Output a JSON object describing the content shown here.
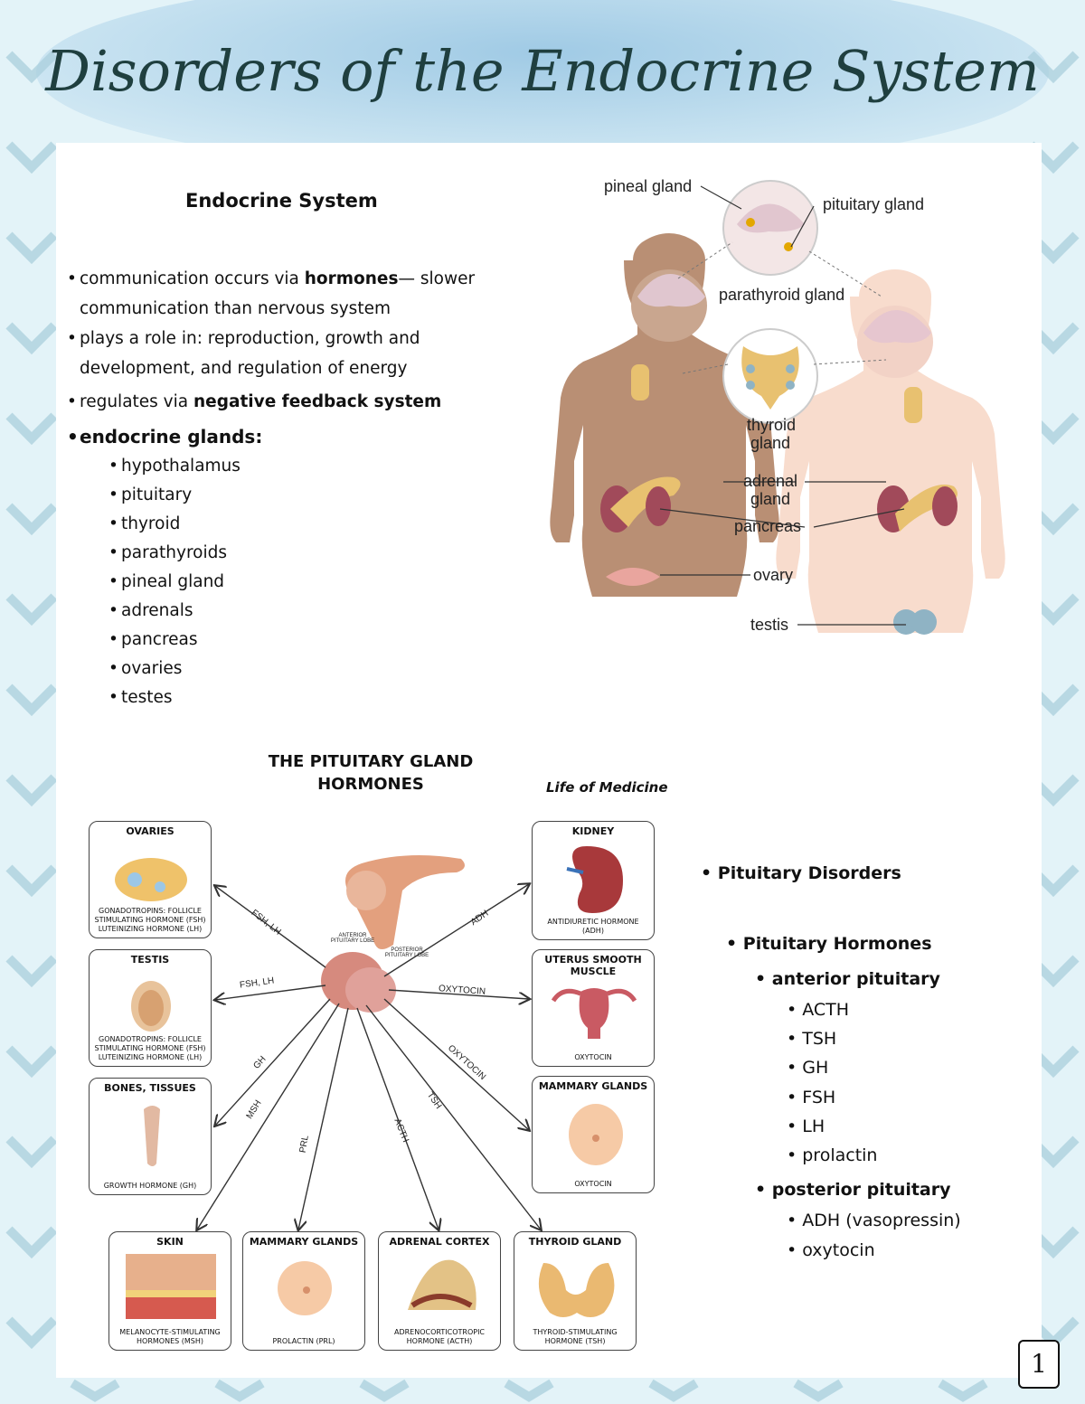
{
  "title": "Disorders of the Endocrine System",
  "endocrine": {
    "heading": "Endocrine System",
    "bullets": [
      {
        "pre": "communication occurs via ",
        "bold": "hormones",
        "post": "— slower communication than nervous system"
      },
      {
        "text": "plays a role in: reproduction, growth and development, and regulation of energy"
      },
      {
        "pre": "regulates via ",
        "bold": "negative feedback system",
        "post": ""
      }
    ],
    "glands_title": "endocrine glands:",
    "glands": [
      "hypothalamus",
      "pituitary",
      "thyroid",
      "parathyroids",
      "pineal gland",
      "adrenals",
      "pancreas",
      "ovaries",
      "testes"
    ]
  },
  "diagram_labels": {
    "pineal": "pineal gland",
    "pituitary": "pituitary gland",
    "parathyroid": "parathyroid gland",
    "thyroid_1": "thyroid",
    "thyroid_2": "gland",
    "adrenal_1": "adrenal",
    "adrenal_2": "gland",
    "pancreas": "pancreas",
    "ovary": "ovary",
    "testis": "testis"
  },
  "pituitary_chart": {
    "title_1": "THE PITUITARY GLAND",
    "title_2": "HORMONES",
    "credit": "Life of Medicine",
    "anterior_lobe": "ANTERIOR PITUITARY LOBE",
    "posterior_lobe": "POSTERIOR PITUITARY LOBE",
    "boxes": {
      "ovaries": {
        "title": "OVARIES",
        "caption": "GONADOTROPINS: FOLLICLE STIMULATING HORMONE (FSH) LUTEINIZING HORMONE (LH)"
      },
      "testis": {
        "title": "TESTIS",
        "caption": "GONADOTROPINS: FOLLICLE STIMULATING HORMONE (FSH) LUTEINIZING HORMONE (LH)"
      },
      "bones": {
        "title": "BONES, TISSUES",
        "caption": "GROWTH HORMONE (GH)"
      },
      "skin": {
        "title": "SKIN",
        "caption": "MELANOCYTE-STIMULATING HORMONES (MSH)"
      },
      "mammary_bottom": {
        "title": "MAMMARY GLANDS",
        "caption": "PROLACTIN (PRL)"
      },
      "adrenal": {
        "title": "ADRENAL CORTEX",
        "caption": "ADRENOCORTICOTROPIC HORMONE (ACTH)"
      },
      "thyroid": {
        "title": "THYROID GLAND",
        "caption": "THYROID-STIMULATING HORMONE (TSH)"
      },
      "kidney": {
        "title": "KIDNEY",
        "caption": "ANTIDIURETIC HORMONE (ADH)"
      },
      "uterus": {
        "title": "UTERUS SMOOTH MUSCLE",
        "caption": "OXYTOCIN"
      },
      "mammary_right": {
        "title": "MAMMARY GLANDS",
        "caption": "OXYTOCIN"
      }
    },
    "arrows": {
      "ovaries": "FSH, LH",
      "testis": "FSH, LH",
      "gh": "GH",
      "msh": "MSH",
      "prl": "PRL",
      "acth": "ACTH",
      "tsh": "TSH",
      "adh": "ADH",
      "oxy_uterus": "OXYTOCIN",
      "oxy_mammary": "OXYTOCIN"
    }
  },
  "right_list": {
    "pit_disorders": "Pituitary Disorders",
    "pit_hormones": "Pituitary Hormones",
    "anterior": "anterior pituitary",
    "anterior_items": [
      "ACTH",
      "TSH",
      "GH",
      "FSH",
      "LH",
      "prolactin"
    ],
    "posterior": "posterior pituitary",
    "posterior_items": [
      "ADH (vasopressin)",
      "oxytocin"
    ]
  },
  "page_number": "1"
}
